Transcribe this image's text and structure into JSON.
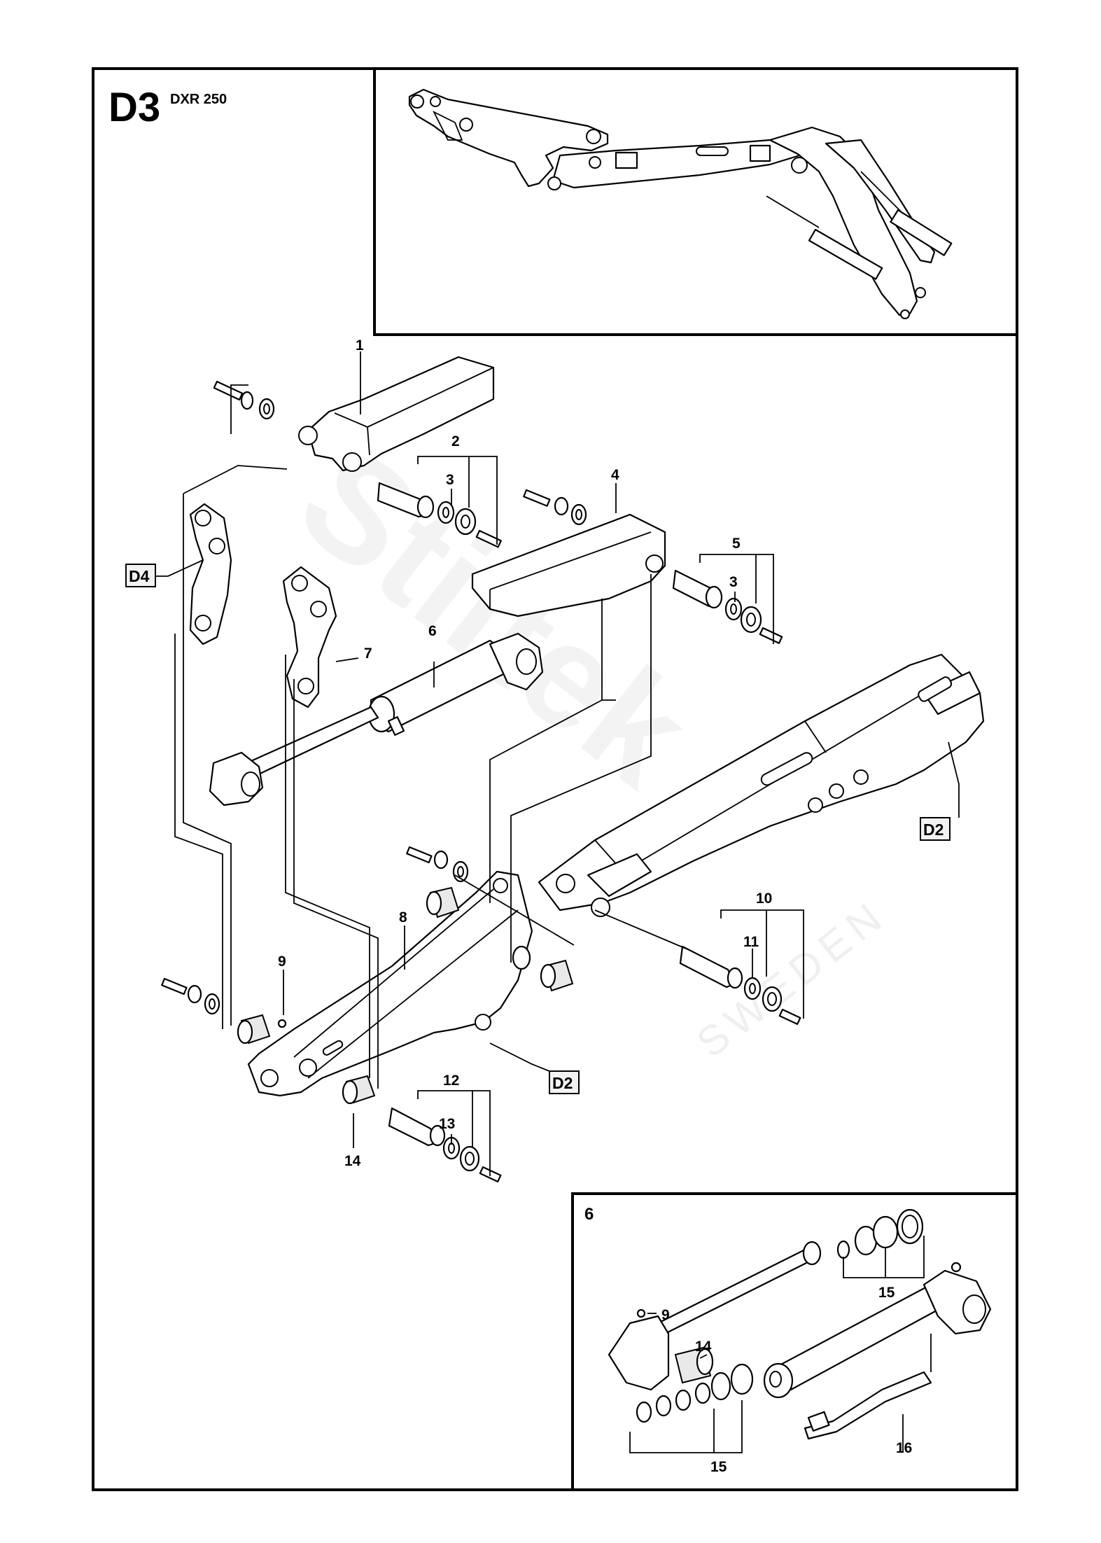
{
  "page": {
    "section_code": "D3",
    "model": "DXR 250",
    "inset_detail_label": "6"
  },
  "references": [
    "D4",
    "D2",
    "D2"
  ],
  "callouts": [
    "1",
    "2",
    "3",
    "4",
    "5",
    "3",
    "6",
    "7",
    "8",
    "9",
    "10",
    "11",
    "12",
    "13",
    "14"
  ],
  "inset_callouts": [
    "15",
    "9",
    "14",
    "15",
    "16"
  ],
  "watermark": {
    "brand": "Stiltek",
    "sub": "SWEDEN"
  }
}
